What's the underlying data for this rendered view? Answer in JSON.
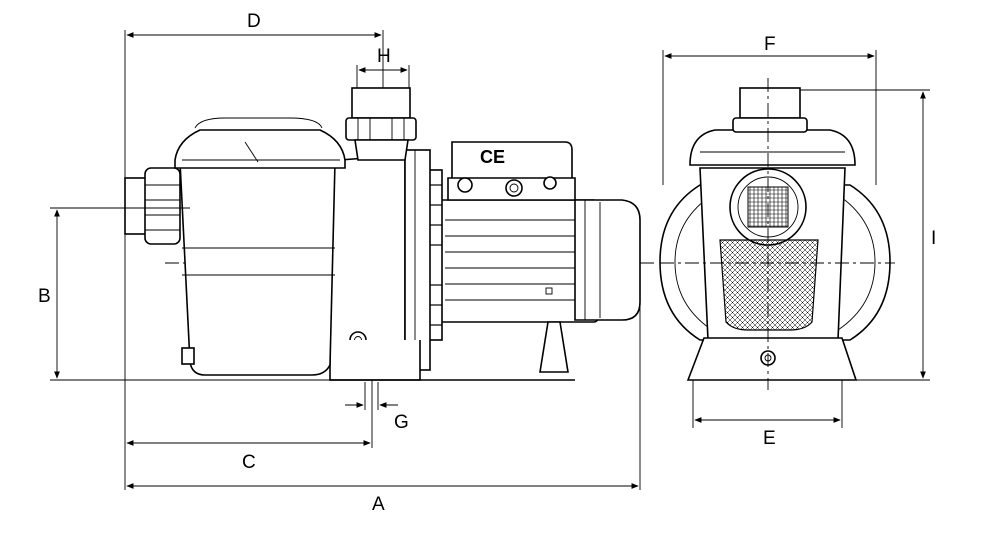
{
  "dimensions": {
    "A": "A",
    "B": "B",
    "C": "C",
    "D": "D",
    "E": "E",
    "F": "F",
    "G": "G",
    "H": "H",
    "I": "I"
  },
  "marking": {
    "ce": "CE"
  }
}
